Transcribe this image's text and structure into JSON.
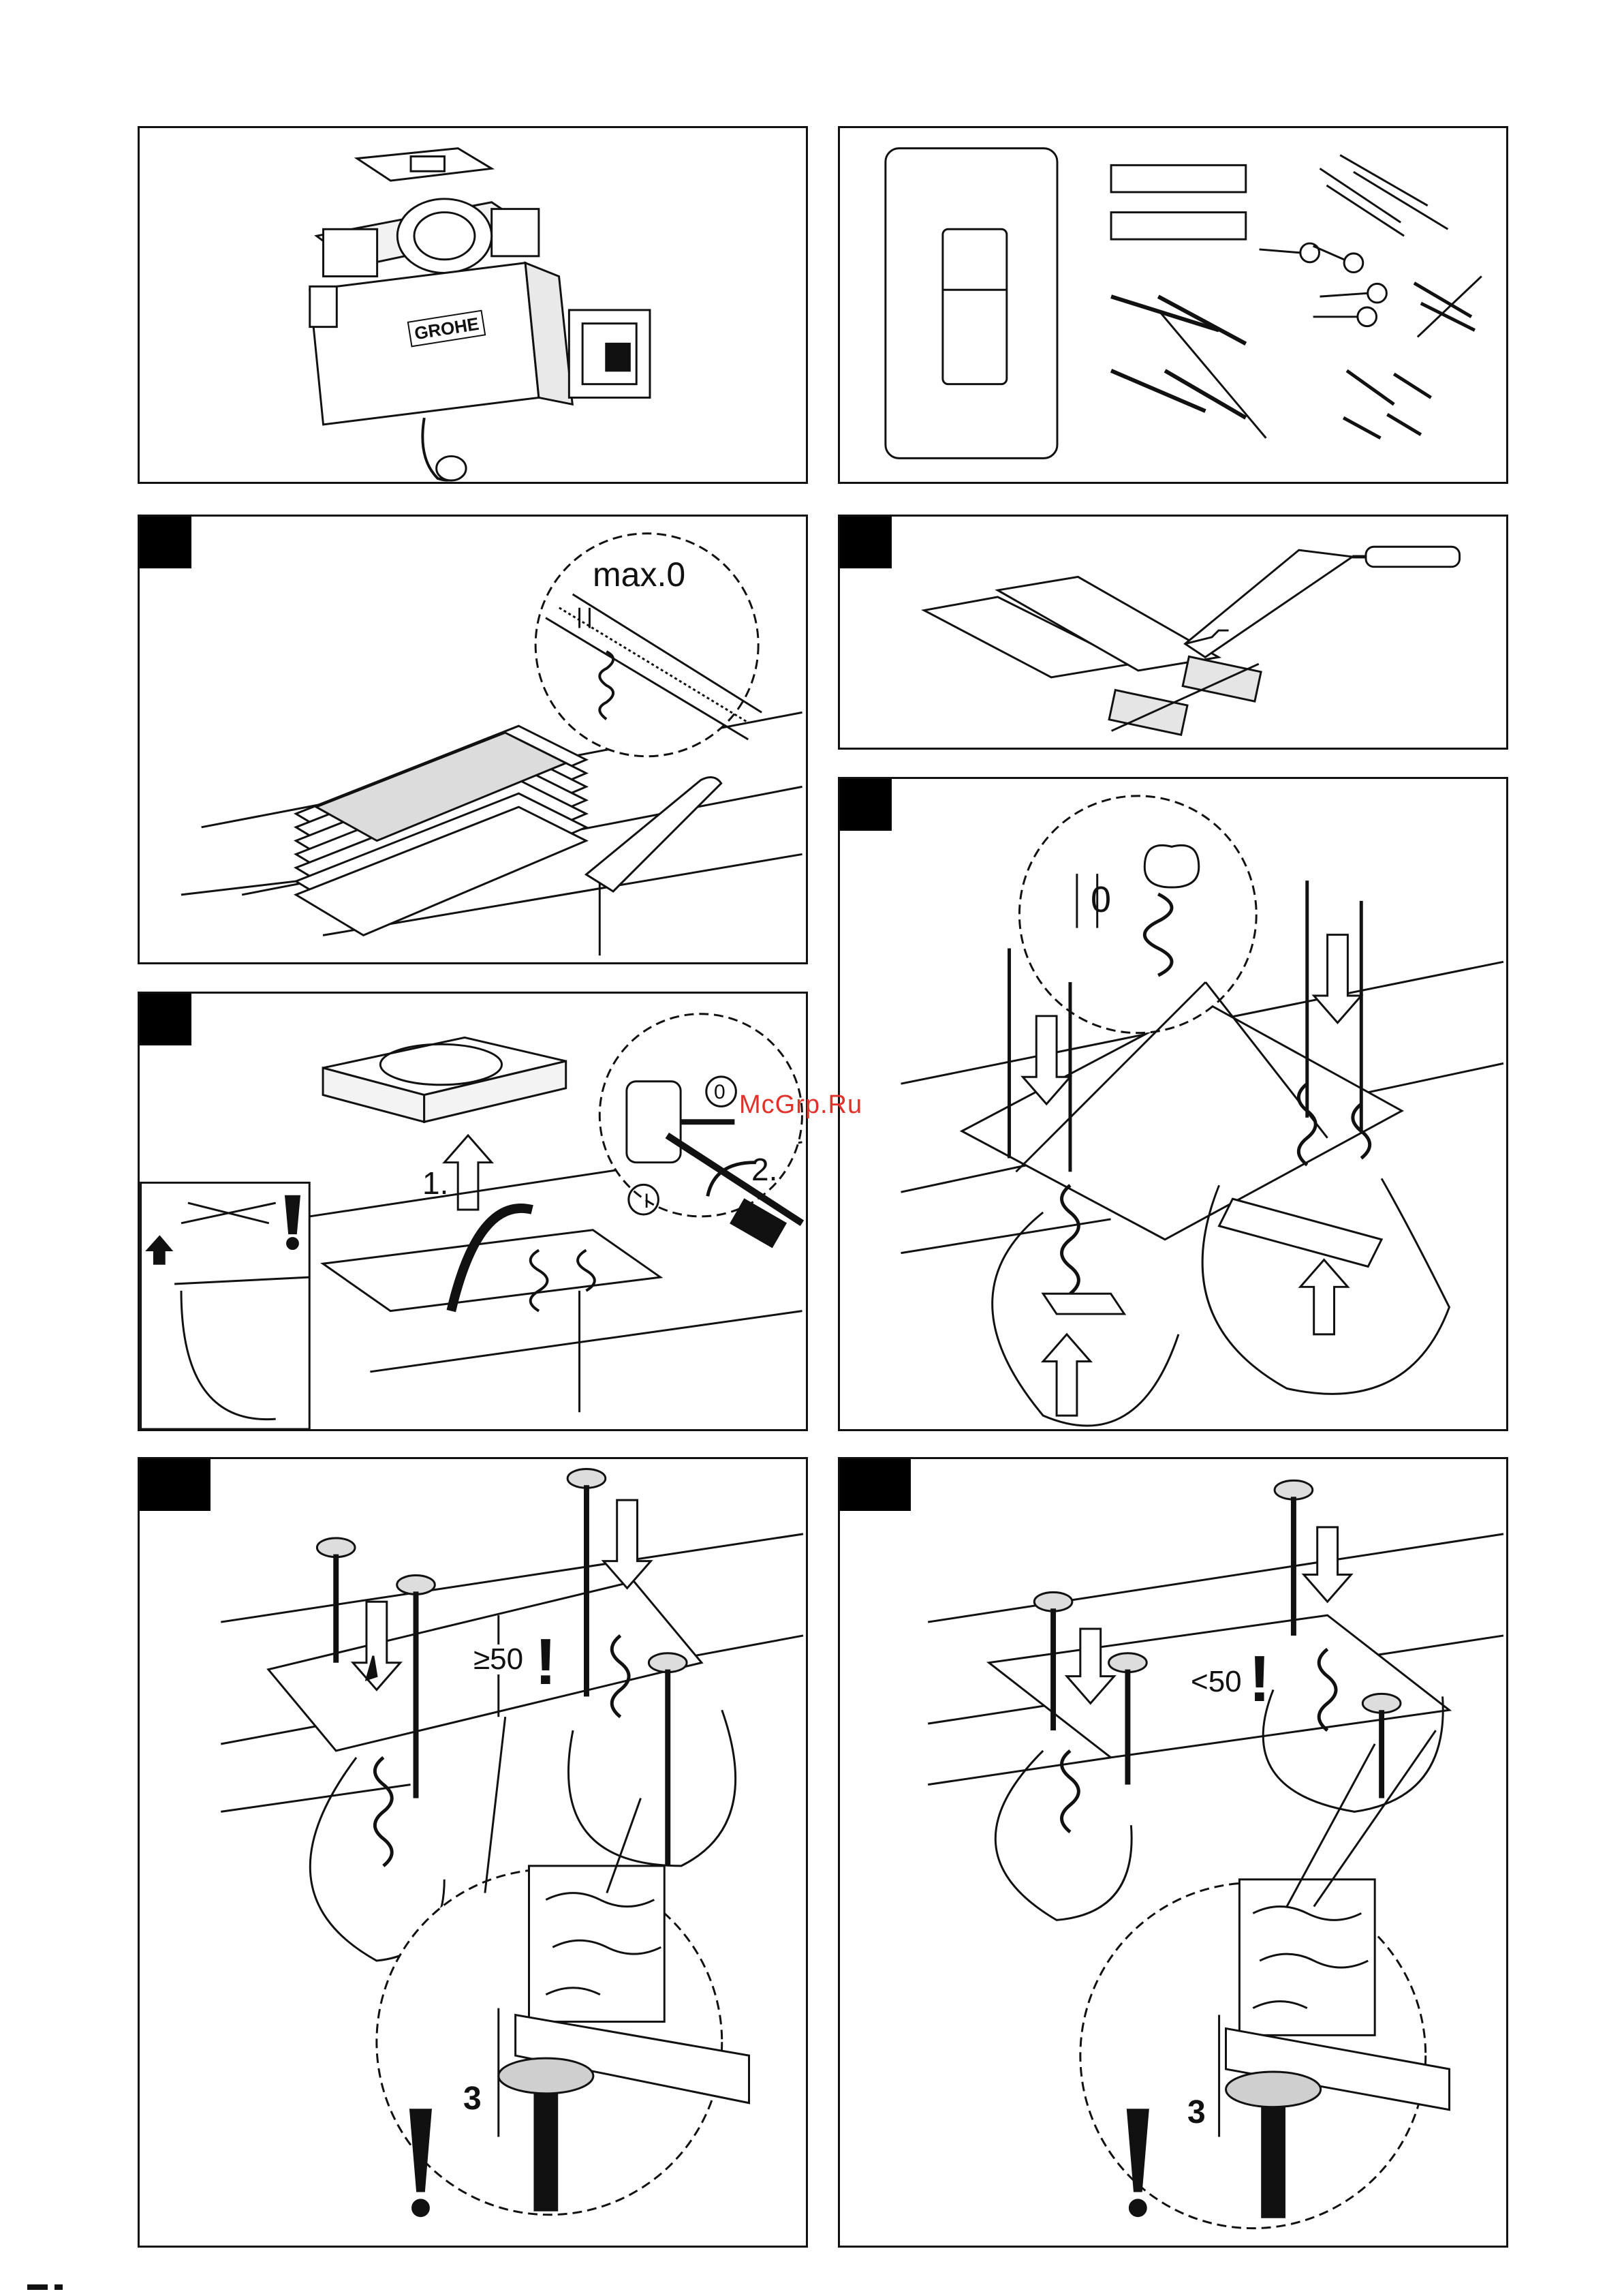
{
  "brand": {
    "logo_text": "GROHE"
  },
  "watermark": "McGrp.Ru",
  "panels": {
    "p2": {
      "label": "max.0"
    },
    "p4": {
      "label": "0"
    },
    "p5": {
      "step1": "1.",
      "step2": "2.",
      "dial_0": "0",
      "dial_1": "I"
    },
    "p6": {
      "dim": "≥50",
      "height": "3"
    },
    "p7": {
      "dim": "<50",
      "height": "3"
    }
  },
  "colors": {
    "line": "#111111",
    "fill": "#ffffff",
    "shade": "#cfcfcf",
    "watermark": "#e0312a"
  }
}
